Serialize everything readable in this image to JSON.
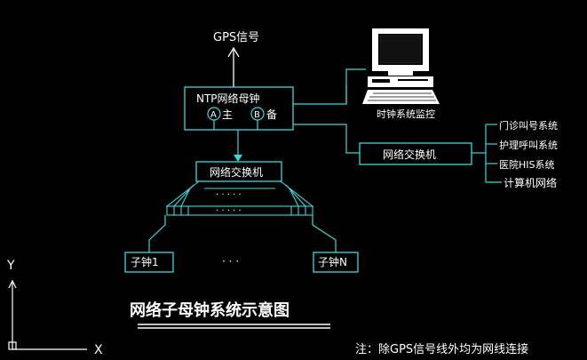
{
  "labels": {
    "gps_signal": "GPS信号",
    "master_clock": "NTP网络母钟",
    "port_a": "A",
    "port_a_text": "主",
    "port_b": "B",
    "port_b_text": "备",
    "monitor": "时钟系统监控",
    "switch_right": "网络交换机",
    "switch_center": "网络交换机",
    "switch_dots": "· · · · ·",
    "sub_clock_1": "子钟1",
    "sub_clock_n": "子钟N",
    "ellipsis": "· · ·",
    "systems": [
      "门诊叫号系统",
      "护理呼叫系统",
      "医院HIS系统",
      "计算机网络"
    ],
    "title": "网络子母钟系统示意图",
    "note": "注：除GPS信号线外均为网线连接",
    "axis_x": "X",
    "axis_y": "Y"
  },
  "colors": {
    "background": "#000000",
    "line": "#39d9d9",
    "text": "#ffffff"
  }
}
